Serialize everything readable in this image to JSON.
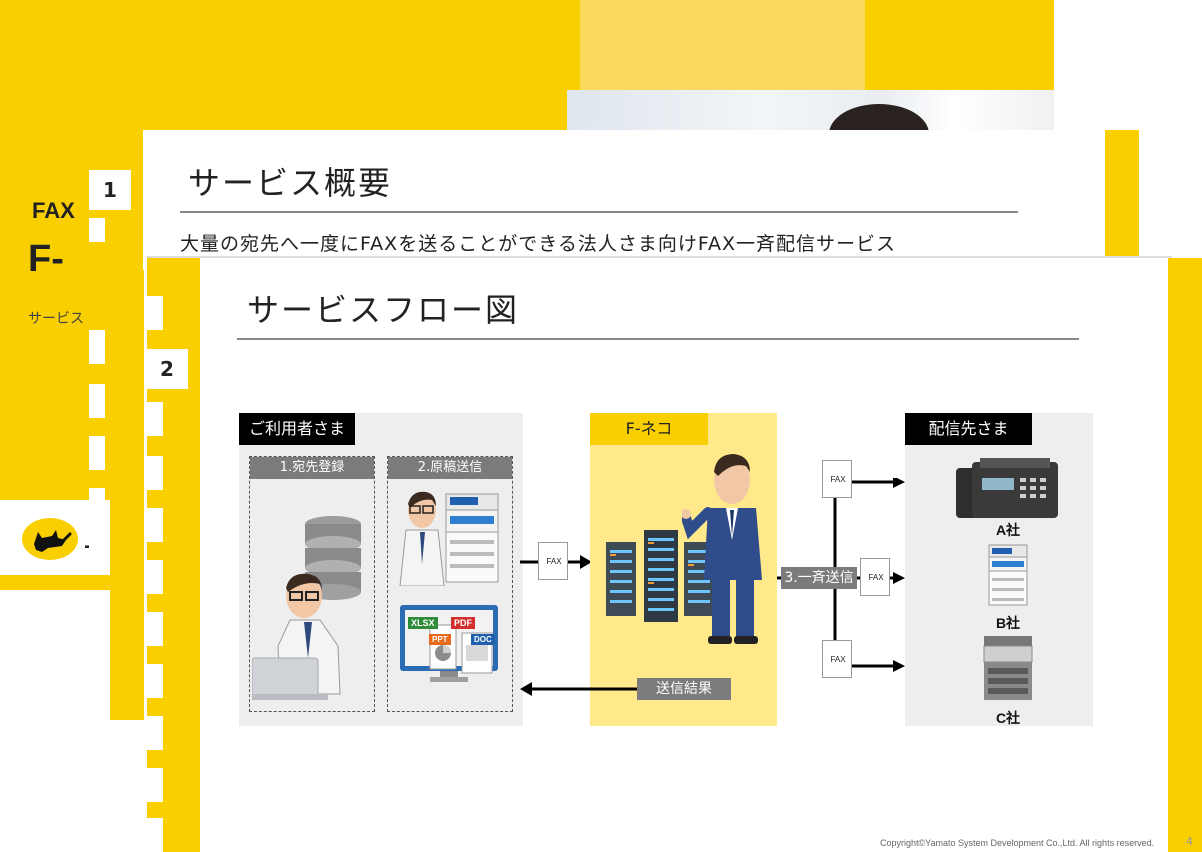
{
  "cover": {
    "title_small": "FAX",
    "title_big": "F-",
    "subtitle": "サービス"
  },
  "slide1": {
    "number": "1",
    "title": "サービス概要",
    "lead": "大量の宛先へ一度にFAXを送ることができる法人さま向けFAX一斉配信サービス"
  },
  "slide2": {
    "number": "2",
    "title": "サービスフロー図",
    "copyright": "Copyright©Yamato System Development Co.,Ltd. All rights reserved.",
    "page_number": "4"
  },
  "diagram": {
    "user_panel": {
      "tag": "ご利用者さま",
      "step1": "1.宛先登録",
      "step2": "2.原稿送信",
      "file_labels": [
        "XLSX",
        "PDF",
        "PPT",
        "DOC"
      ]
    },
    "service_panel": {
      "tag": "F-ネコ"
    },
    "send_label": "3.一斉送信",
    "result_label": "送信結果",
    "fax_label": "FAX",
    "dest_panel": {
      "tag": "配信先さま",
      "companies": [
        "A社",
        "B社",
        "C社"
      ]
    }
  },
  "colors": {
    "brand_yellow": "#f9cf00",
    "panel_yellow": "#ffe98a",
    "panel_gray": "#eeeeee",
    "label_gray": "#7b7b7b"
  }
}
